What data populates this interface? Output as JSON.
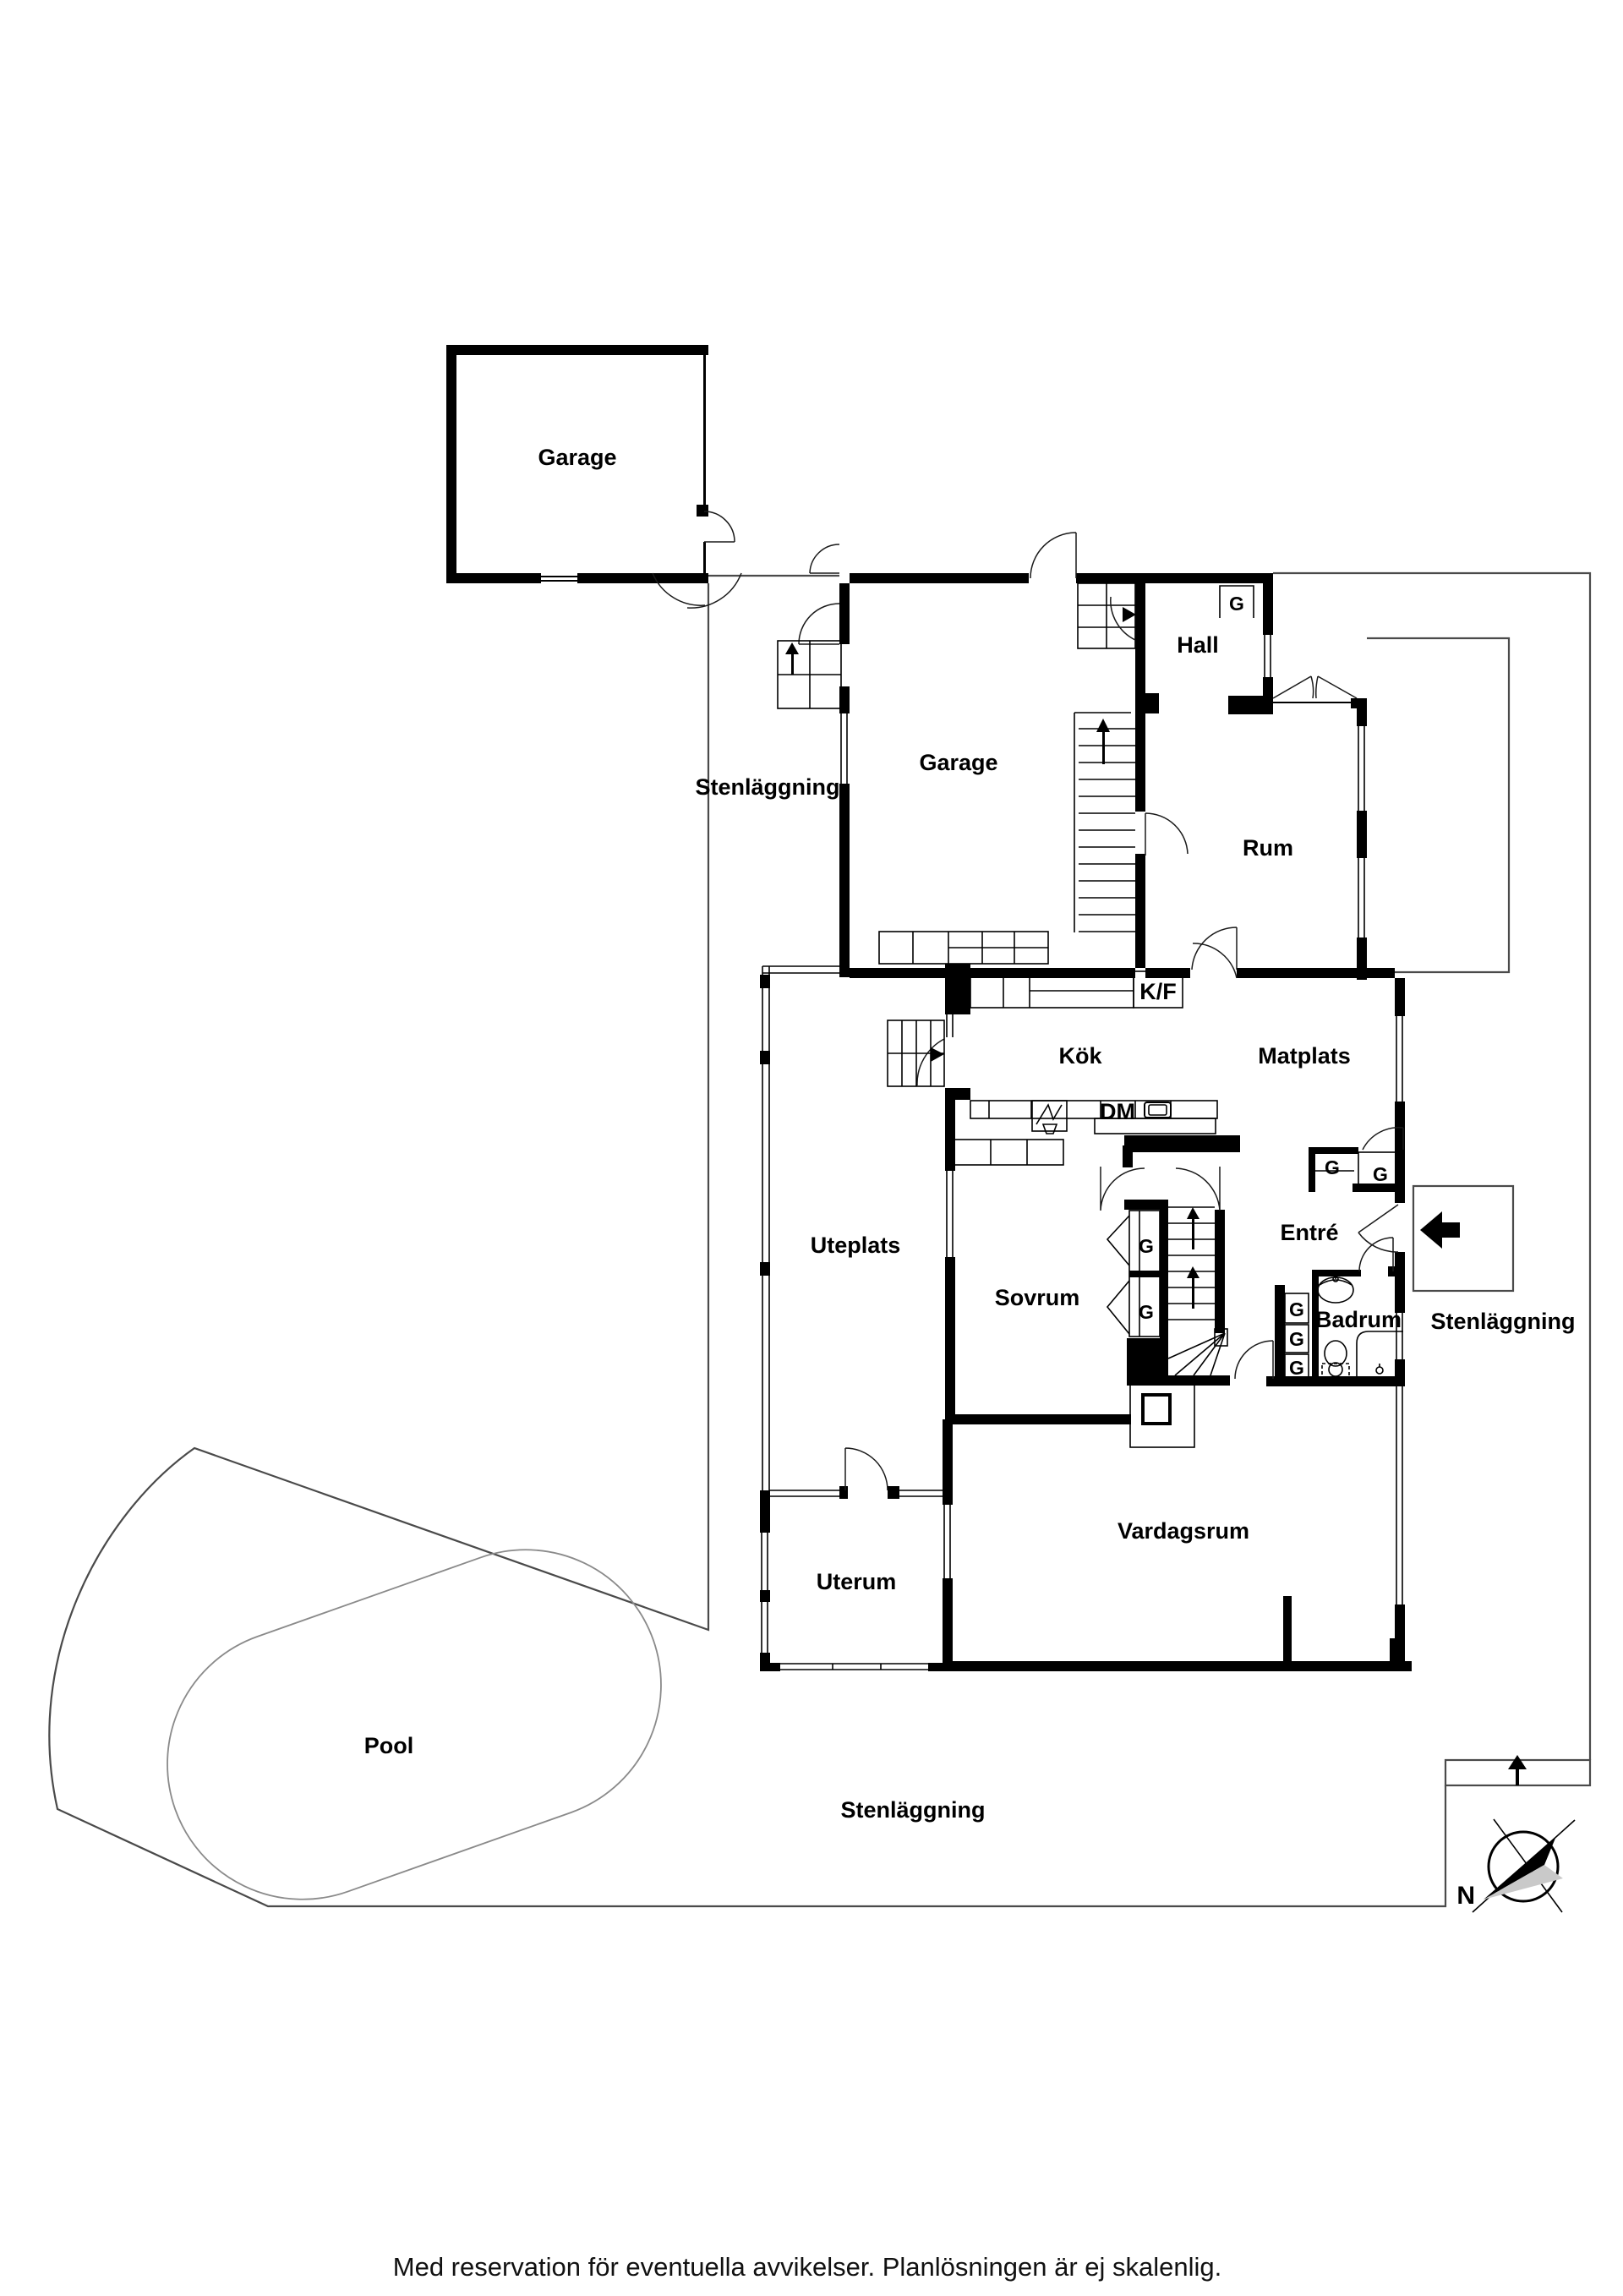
{
  "labels": {
    "garage_detached": "Garage",
    "garage_attached": "Garage",
    "hall": "Hall",
    "rum": "Rum",
    "kf": "K/F",
    "kok": "Kök",
    "matplats": "Matplats",
    "dm": "DM",
    "uteplats": "Uteplats",
    "sovrum": "Sovrum",
    "entre": "Entré",
    "badrum": "Badrum",
    "vardagsrum": "Vardagsrum",
    "uterum": "Uterum",
    "pool": "Pool",
    "stenlaggning_nw": "Stenläggning",
    "stenlaggning_e": "Stenläggning",
    "stenlaggning_s": "Stenläggning",
    "closet": "G",
    "compass_north": "N",
    "disclaimer": "Med reservation för eventuella avvikelser. Planlösningen är ej skalenlig."
  },
  "colors": {
    "wall": "#000000",
    "boundary_line": "#4a4a4a",
    "pool_line": "#8a8a8a",
    "background": "#ffffff",
    "compass_secondary": "#c9c9c9"
  }
}
